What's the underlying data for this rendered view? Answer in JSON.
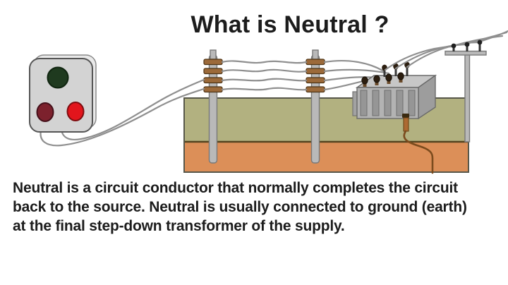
{
  "title": "What is Neutral ?",
  "description": {
    "lines": [
      "Neutral is a circuit conductor that normally completes the circuit",
      "back to the source. Neutral is usually connected to ground (earth)",
      "at the final step-down transformer of the supply."
    ]
  },
  "diagram": {
    "components": {
      "socket": "three-pin-power-socket",
      "socket_holes": [
        "earth-hole-green",
        "neutral-hole-maroon",
        "live-hole-red"
      ],
      "poles": [
        "utility-pole-1",
        "utility-pole-2",
        "service-pole-with-crossarm"
      ],
      "transformer": "step-down-distribution-transformer",
      "earth": [
        "topsoil-layer",
        "subsoil-layer"
      ],
      "ground_connection": "transformer-earth-ground-wire"
    },
    "colors": {
      "background": "#ffffff",
      "title_text": "#1c1c1c",
      "body_text": "#1c1c1c",
      "topsoil_green": "#b2b180",
      "subsoil_orange": "#dc8f58",
      "pole_gray": "#b9b9b9",
      "insulator_brown": "#9c6a3a",
      "wire_gray": "#8f8f8f",
      "transformer_gray": "#b3b3b3",
      "transformer_top_gray": "#c7c7c7",
      "transformer_side_gray": "#9d9d9d",
      "fin_gray": "#969696",
      "socket_gray": "#d3d3d3",
      "earth_pin_green": "#1f3a1f",
      "neutral_pin_maroon": "#7c212d",
      "live_pin_red": "#e2151c",
      "bushing_dark": "#2c1e10",
      "ground_wire_brown": "#7b4b1d",
      "clamp_copper": "#ad6a32"
    }
  }
}
